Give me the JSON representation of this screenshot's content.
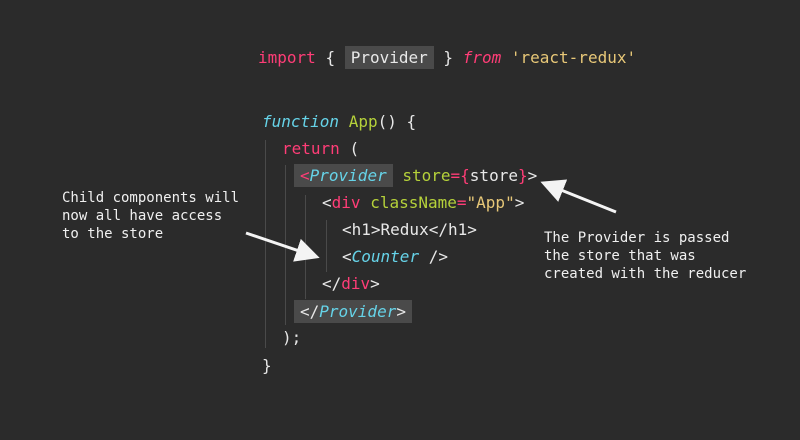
{
  "import_line": {
    "kw_import": "import",
    "brace_open": "{",
    "provider": "Provider",
    "brace_close": "}",
    "kw_from": "from",
    "module": "'react-redux'"
  },
  "code": {
    "kw_function": "function",
    "fn_name": "App",
    "fn_rest": "() {",
    "kw_return": "return",
    "return_paren": "(",
    "lt1": "<",
    "provider_tag": "Provider",
    "store_attr": "store",
    "eq": "=",
    "store_brace_open": "{",
    "store_val": "store",
    "store_brace_close": "}",
    "gt1": ">",
    "div_open_lt": "<",
    "div_tag": "div",
    "class_attr": "className",
    "class_eq": "=",
    "class_val": "\"App\"",
    "div_open_gt": ">",
    "h1_open": "<h1>",
    "h1_text": "Redux",
    "h1_close": "</h1>",
    "counter_lt": "<",
    "counter_tag": "Counter",
    "counter_end": " />",
    "div_close_lt": "</",
    "div_close_tag": "div",
    "div_close_gt": ">",
    "provider_close_lt": "</",
    "provider_close_tag": "Provider",
    "provider_close_gt": ">",
    "close_paren": ");",
    "close_brace": "}"
  },
  "annotations": {
    "left": "Child components will\nnow all have access\nto the store",
    "right": "The Provider is passed\nthe store that was\ncreated with the reducer"
  },
  "colors": {
    "background": "#2b2b2b",
    "keyword": "#ff3d77",
    "function_name": "#b5d13a",
    "string": "#e8c878",
    "component": "#66d3e8",
    "highlight": "#4a4a4a"
  }
}
